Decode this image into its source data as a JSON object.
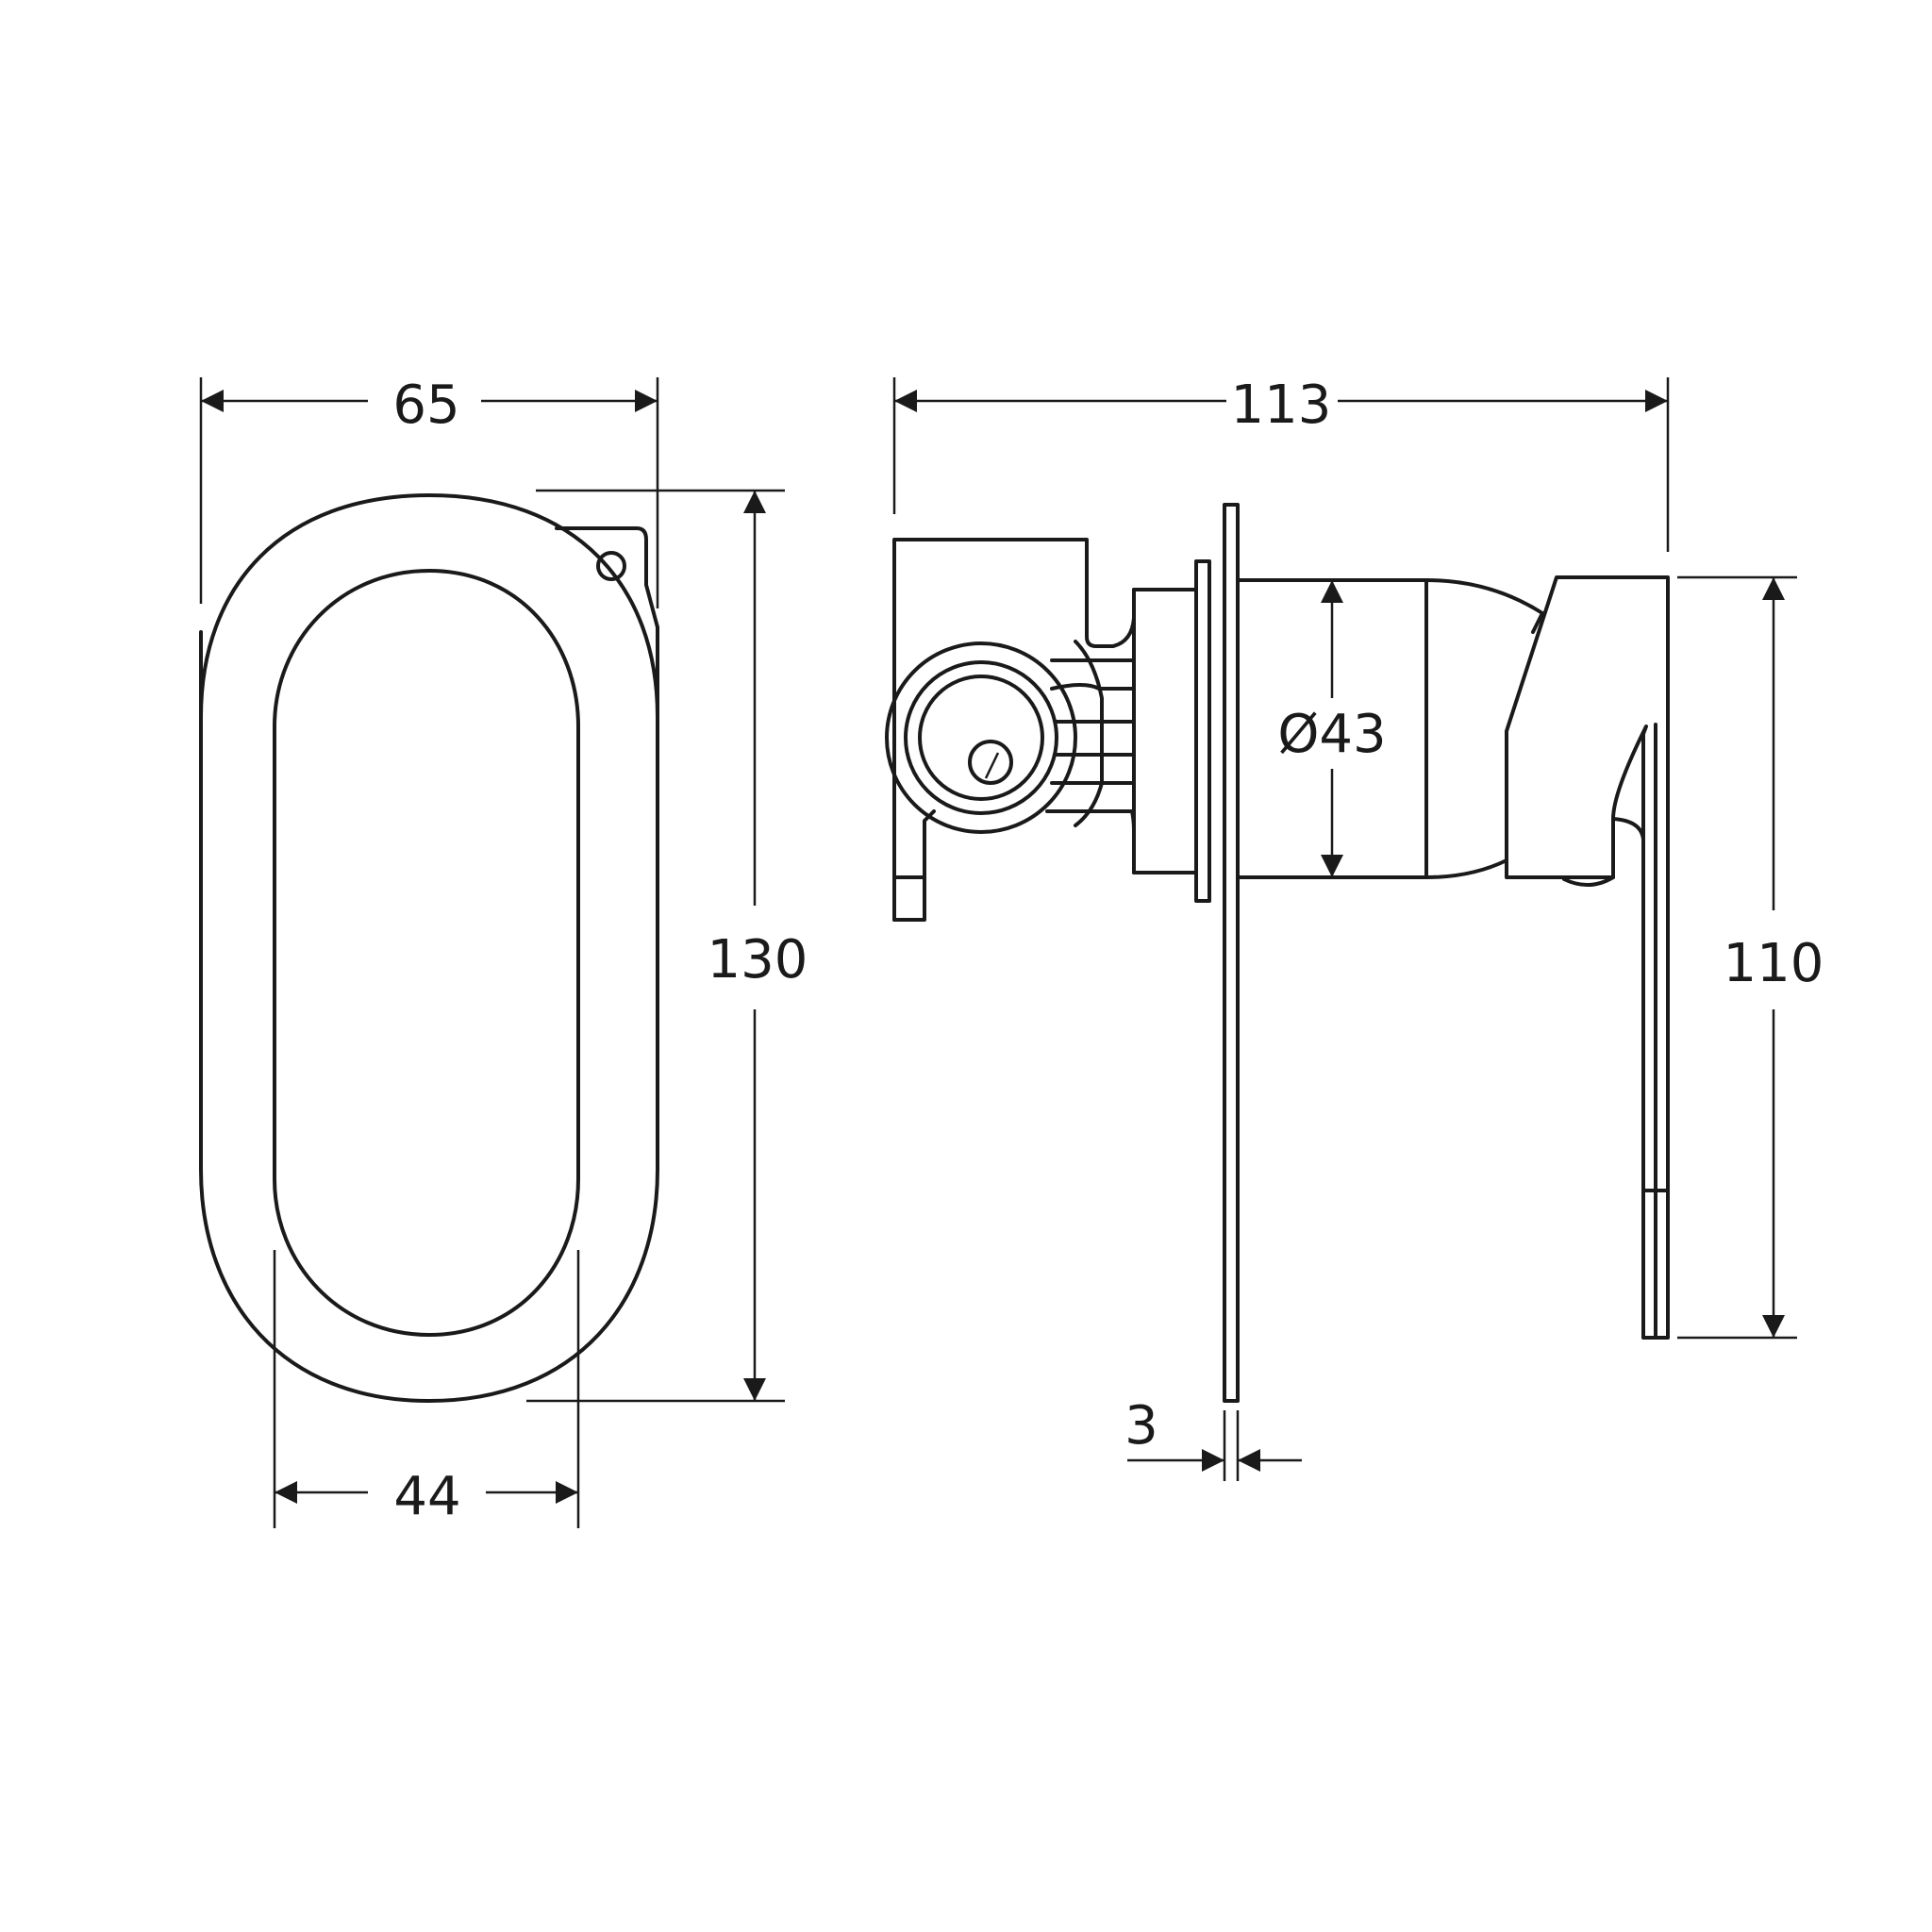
{
  "dimensions": {
    "width_front": "65",
    "height_front": "130",
    "inner_width_front": "44",
    "depth_total": "113",
    "body_diameter": "Ø43",
    "lever_height": "110",
    "plate_thickness": "3"
  },
  "colors": {
    "stroke": "#1a1a1a",
    "background": "#ffffff"
  }
}
